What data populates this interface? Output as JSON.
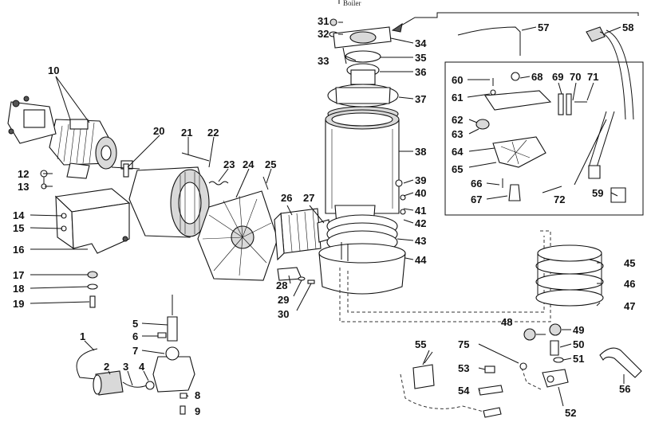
{
  "caption": "Boiler",
  "callouts": [
    {
      "id": "1",
      "label": "1"
    },
    {
      "id": "2",
      "label": "2"
    },
    {
      "id": "3",
      "label": "3"
    },
    {
      "id": "4",
      "label": "4"
    },
    {
      "id": "5",
      "label": "5"
    },
    {
      "id": "6",
      "label": "6"
    },
    {
      "id": "7",
      "label": "7"
    },
    {
      "id": "8",
      "label": "8"
    },
    {
      "id": "9",
      "label": "9"
    },
    {
      "id": "10",
      "label": "10"
    },
    {
      "id": "12",
      "label": "12"
    },
    {
      "id": "13",
      "label": "13"
    },
    {
      "id": "14",
      "label": "14"
    },
    {
      "id": "15",
      "label": "15"
    },
    {
      "id": "16",
      "label": "16"
    },
    {
      "id": "17",
      "label": "17"
    },
    {
      "id": "18",
      "label": "18"
    },
    {
      "id": "19",
      "label": "19"
    },
    {
      "id": "20",
      "label": "20"
    },
    {
      "id": "21",
      "label": "21"
    },
    {
      "id": "22",
      "label": "22"
    },
    {
      "id": "23",
      "label": "23"
    },
    {
      "id": "24",
      "label": "24"
    },
    {
      "id": "25",
      "label": "25"
    },
    {
      "id": "26",
      "label": "26"
    },
    {
      "id": "27",
      "label": "27"
    },
    {
      "id": "28",
      "label": "28"
    },
    {
      "id": "29",
      "label": "29"
    },
    {
      "id": "30",
      "label": "30"
    },
    {
      "id": "31",
      "label": "31"
    },
    {
      "id": "32",
      "label": "32"
    },
    {
      "id": "33",
      "label": "33"
    },
    {
      "id": "34",
      "label": "34"
    },
    {
      "id": "35",
      "label": "35"
    },
    {
      "id": "36",
      "label": "36"
    },
    {
      "id": "37",
      "label": "37"
    },
    {
      "id": "38",
      "label": "38"
    },
    {
      "id": "39",
      "label": "39"
    },
    {
      "id": "40",
      "label": "40"
    },
    {
      "id": "41",
      "label": "41"
    },
    {
      "id": "42",
      "label": "42"
    },
    {
      "id": "43",
      "label": "43"
    },
    {
      "id": "44",
      "label": "44"
    },
    {
      "id": "45",
      "label": "45"
    },
    {
      "id": "46",
      "label": "46"
    },
    {
      "id": "47",
      "label": "47"
    },
    {
      "id": "48",
      "label": "48"
    },
    {
      "id": "49",
      "label": "49"
    },
    {
      "id": "50",
      "label": "50"
    },
    {
      "id": "51",
      "label": "51"
    },
    {
      "id": "52",
      "label": "52"
    },
    {
      "id": "53",
      "label": "53"
    },
    {
      "id": "54",
      "label": "54"
    },
    {
      "id": "55",
      "label": "55"
    },
    {
      "id": "56",
      "label": "56"
    },
    {
      "id": "57",
      "label": "57"
    },
    {
      "id": "58",
      "label": "58"
    },
    {
      "id": "59",
      "label": "59"
    },
    {
      "id": "60",
      "label": "60"
    },
    {
      "id": "61",
      "label": "61"
    },
    {
      "id": "62",
      "label": "62"
    },
    {
      "id": "63",
      "label": "63"
    },
    {
      "id": "64",
      "label": "64"
    },
    {
      "id": "65",
      "label": "65"
    },
    {
      "id": "66",
      "label": "66"
    },
    {
      "id": "67",
      "label": "67"
    },
    {
      "id": "68",
      "label": "68"
    },
    {
      "id": "69",
      "label": "69"
    },
    {
      "id": "70",
      "label": "70"
    },
    {
      "id": "71",
      "label": "71"
    },
    {
      "id": "72",
      "label": "72"
    },
    {
      "id": "75",
      "label": "75"
    }
  ]
}
